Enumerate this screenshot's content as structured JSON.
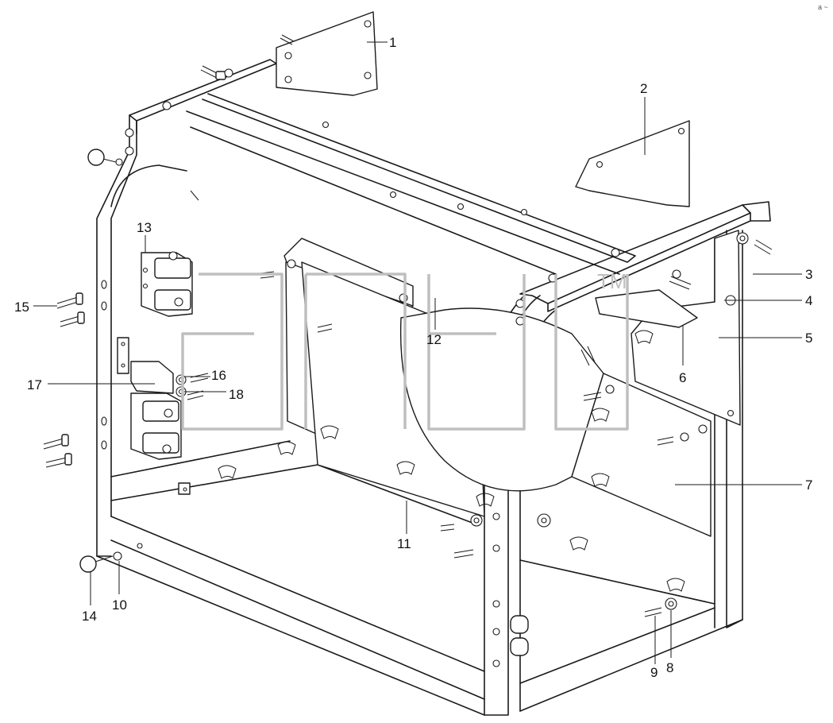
{
  "corner_mark": "a ~",
  "watermark": {
    "text": "ana",
    "trademark": "TM"
  },
  "callouts": [
    {
      "id": "c1",
      "label": "1"
    },
    {
      "id": "c2",
      "label": "2"
    },
    {
      "id": "c3",
      "label": "3"
    },
    {
      "id": "c4",
      "label": "4"
    },
    {
      "id": "c5",
      "label": "5"
    },
    {
      "id": "c6",
      "label": "6"
    },
    {
      "id": "c7",
      "label": "7"
    },
    {
      "id": "c8",
      "label": "8"
    },
    {
      "id": "c9",
      "label": "9"
    },
    {
      "id": "c10",
      "label": "10"
    },
    {
      "id": "c11",
      "label": "11"
    },
    {
      "id": "c12",
      "label": "12"
    },
    {
      "id": "c13",
      "label": "13"
    },
    {
      "id": "c14",
      "label": "14"
    },
    {
      "id": "c15",
      "label": "15"
    },
    {
      "id": "c16",
      "label": "16"
    },
    {
      "id": "c17",
      "label": "17"
    },
    {
      "id": "c18",
      "label": "18"
    }
  ]
}
